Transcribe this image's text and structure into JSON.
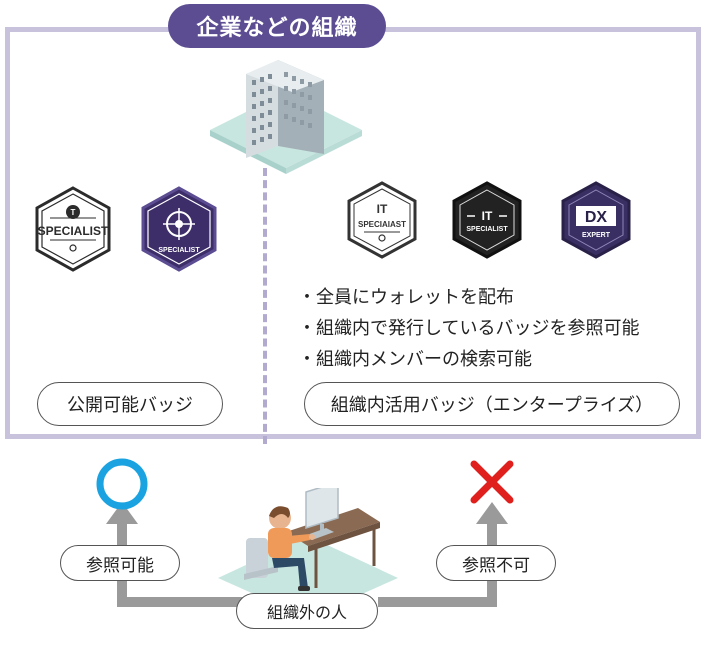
{
  "organization": {
    "title": "企業などの組織"
  },
  "left_panel": {
    "label": "公開可能バッジ",
    "badges": [
      {
        "icon": "specialist-badge-icon",
        "letter": "T",
        "text": "SPECIALIST"
      },
      {
        "icon": "specialist-purple-badge-icon",
        "text": "SPECIALIST"
      }
    ]
  },
  "right_panel": {
    "label": "組織内活用バッジ（エンタープライズ）",
    "badges": [
      {
        "icon": "it-specialist-badge-icon",
        "title": "IT",
        "text": "SPECIAIAST"
      },
      {
        "icon": "it-specialist-dark-badge-icon",
        "title": "IT",
        "text": "SPECIALIST"
      },
      {
        "icon": "dx-expert-badge-icon",
        "title": "DX",
        "text": "EXPERT"
      }
    ],
    "features": [
      "全員にウォレットを配布",
      "組織内で発行しているバッジを参照可能",
      "組織内メンバーの検索可能"
    ]
  },
  "outside": {
    "person_label": "組織外の人",
    "allowed_label": "参照可能",
    "denied_label": "参照不可"
  },
  "colors": {
    "org_purple": "#5c4d93",
    "frame": "#c8c2dd",
    "allowed": "#1aa3e0",
    "denied": "#e0201d",
    "arrow": "#9a9a9a"
  }
}
